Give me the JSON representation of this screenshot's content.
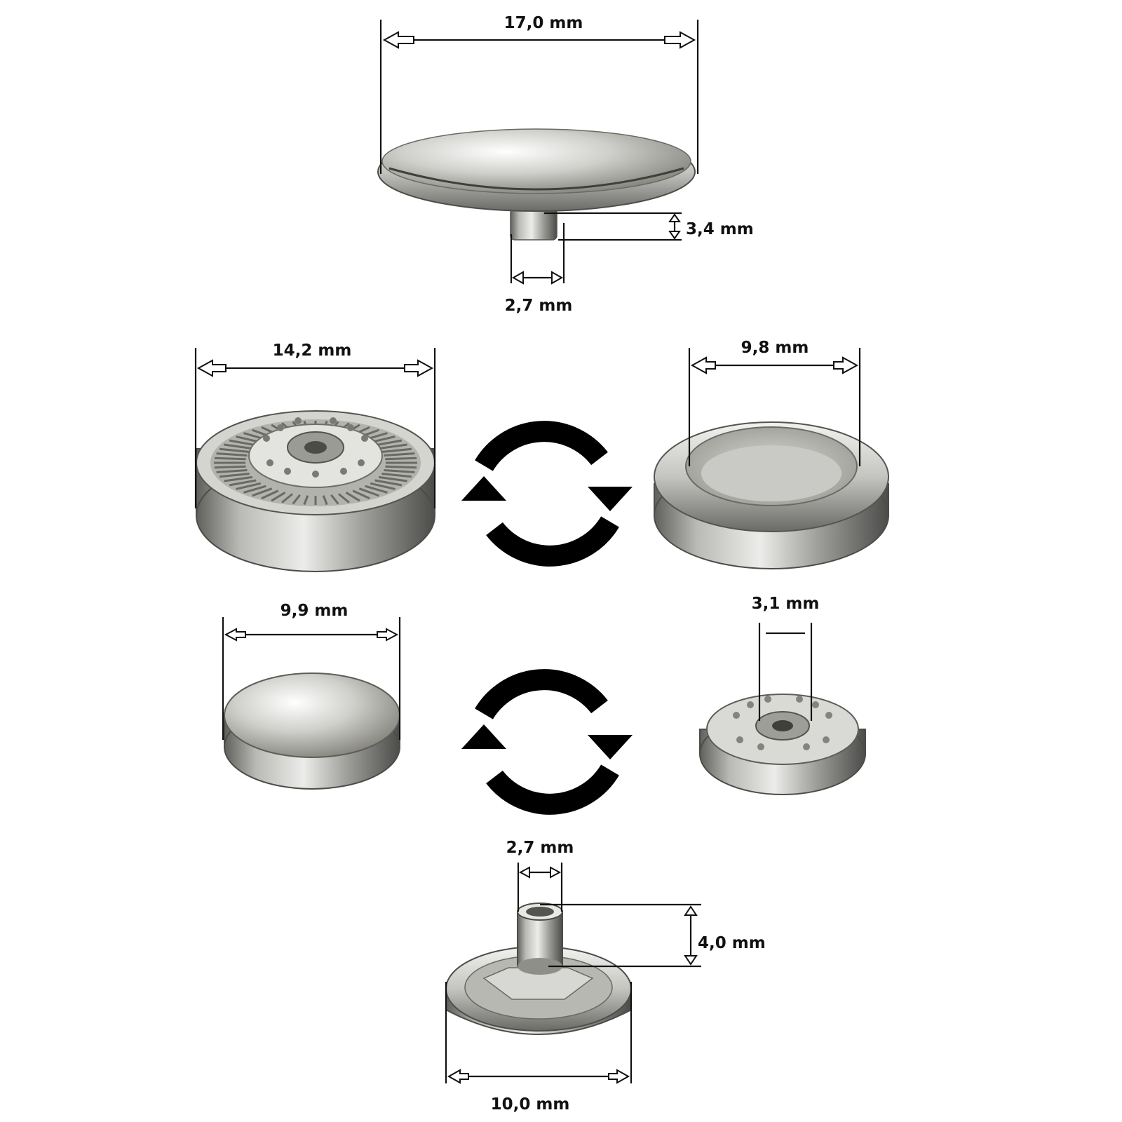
{
  "colors": {
    "background": "#ffffff",
    "dimension_line": "#111111",
    "metal_light": "#e6e6e3",
    "metal_mid": "#a9a9a5",
    "metal_dark": "#5b5b58",
    "rotate_icon": "#000000"
  },
  "parts": {
    "cap": {
      "width_label": "17,0 mm",
      "stem_height_label": "3,4 mm",
      "stem_width_label": "2,7 mm"
    },
    "socket": {
      "width_label": "14,2 mm"
    },
    "ring": {
      "inner_width_label": "9,8 mm"
    },
    "small_cap": {
      "width_label": "9,9 mm"
    },
    "stud": {
      "hole_label": "3,1 mm"
    },
    "post": {
      "post_width_label": "2,7 mm",
      "post_height_label": "4,0 mm",
      "base_width_label": "10,0 mm"
    }
  },
  "icons": [
    "rotate-icon",
    "rotate-icon"
  ]
}
